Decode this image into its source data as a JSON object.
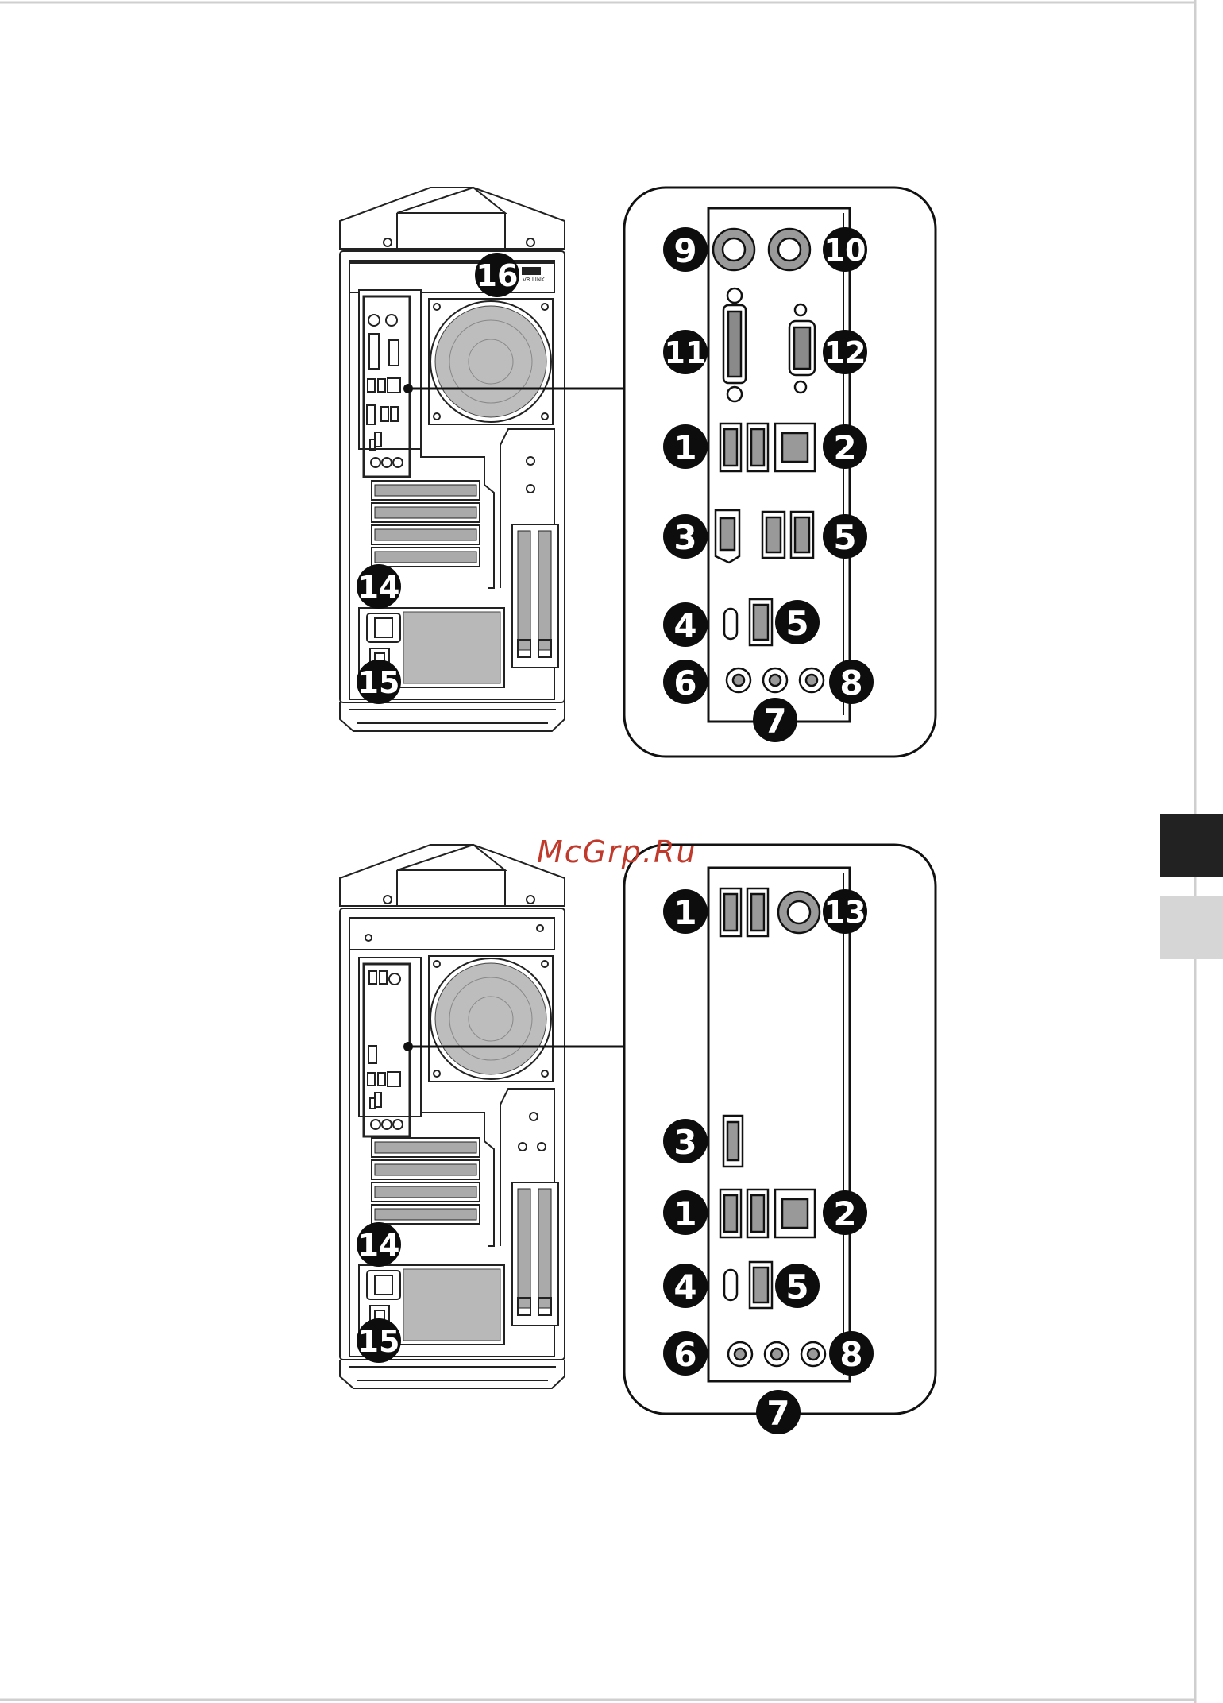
{
  "watermark": "McGrp.Ru",
  "colors": {
    "ink": "#111111",
    "line": "#222222",
    "badge": "#0d0d0d",
    "tab_dark": "#222222",
    "tab_light": "#d6d6d6",
    "watermark": "#c0392b"
  },
  "figure_top": {
    "tower_labels": [
      "16",
      "14",
      "15"
    ],
    "tower_port_text": "VR LINK",
    "panel_labels": [
      "9",
      "10",
      "11",
      "12",
      "1",
      "2",
      "3",
      "5",
      "4",
      "5",
      "6",
      "7",
      "8"
    ]
  },
  "figure_bottom": {
    "tower_labels": [
      "14",
      "15"
    ],
    "panel_labels": [
      "1",
      "13",
      "3",
      "1",
      "2",
      "4",
      "5",
      "6",
      "8",
      "7"
    ]
  }
}
